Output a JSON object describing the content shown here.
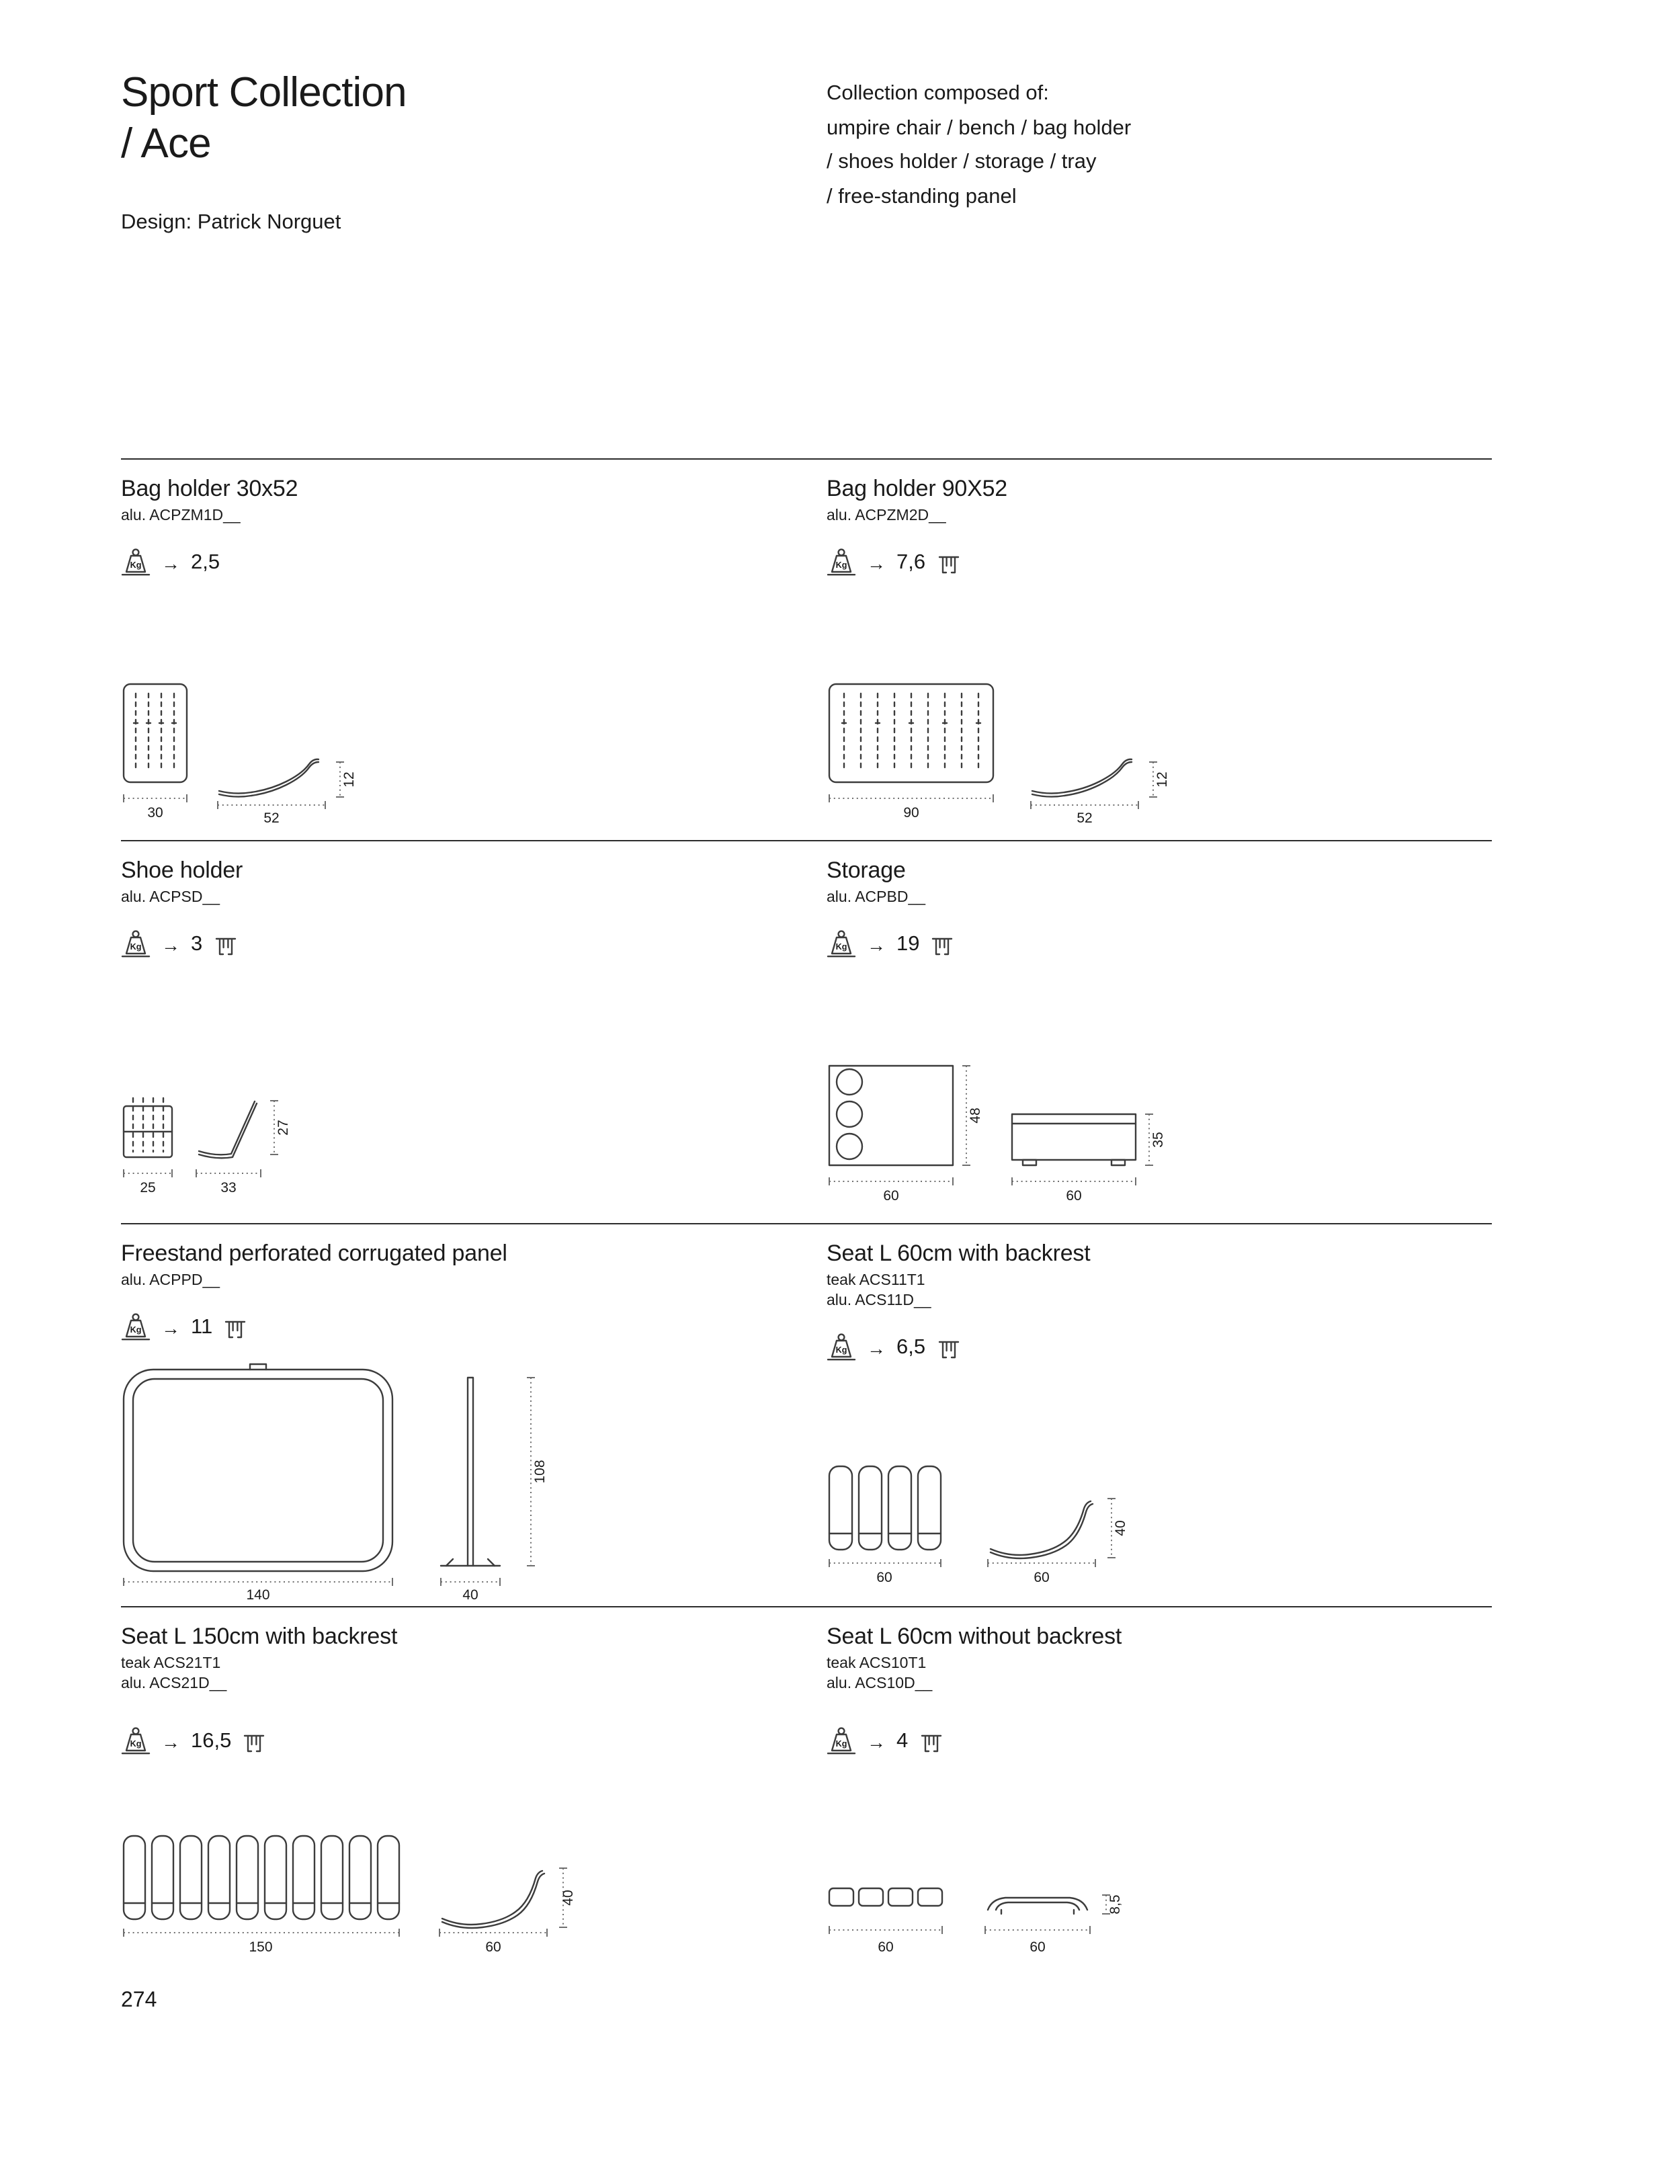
{
  "page": {
    "title_line1": "Sport Collection",
    "title_line2": "/ Ace",
    "designer": "Design: Patrick Norguet",
    "composition_lines": {
      "l1": "Collection composed of:",
      "l2": "umpire chair / bench / bag holder",
      "l3": "/ shoes holder / storage / tray",
      "l4": "/ free-standing panel"
    },
    "page_number": "274",
    "weight_unit_label": "Kg",
    "arrow": "→"
  },
  "products": [
    {
      "name": "Bag holder 30x52",
      "codes": [
        "alu. ACPZM1D__"
      ],
      "weight": "2,5",
      "dims": {
        "front_w": "30",
        "side_w": "52",
        "side_h": "12"
      }
    },
    {
      "name": "Bag holder 90X52",
      "codes": [
        "alu. ACPZM2D__"
      ],
      "weight": "7,6",
      "dims": {
        "front_w": "90",
        "side_w": "52",
        "side_h": "12"
      }
    },
    {
      "name": "Shoe holder",
      "codes": [
        "alu. ACPSD__"
      ],
      "weight": "3",
      "dims": {
        "front_w": "25",
        "side_w": "33",
        "side_h": "27"
      }
    },
    {
      "name": "Storage",
      "codes": [
        "alu. ACPBD__"
      ],
      "weight": "19",
      "dims": {
        "front_w": "60",
        "front_h": "48",
        "side_w": "60",
        "side_h": "35"
      }
    },
    {
      "name": "Freestand perforated corrugated panel",
      "codes": [
        "alu. ACPPD__"
      ],
      "weight": "11",
      "dims": {
        "front_w": "140",
        "side_w": "40",
        "side_h": "108"
      }
    },
    {
      "name": "Seat L 60cm with backrest",
      "codes": [
        "teak ACS11T1",
        "alu. ACS11D__"
      ],
      "weight": "6,5",
      "dims": {
        "front_w": "60",
        "side_w": "60",
        "side_h": "40"
      }
    },
    {
      "name": "Seat L 150cm with backrest",
      "codes": [
        "teak ACS21T1",
        "alu. ACS21D__"
      ],
      "weight": "16,5",
      "dims": {
        "front_w": "150",
        "side_w": "60",
        "side_h": "40"
      }
    },
    {
      "name": "Seat L 60cm without backrest",
      "codes": [
        "teak ACS10T1",
        "alu. ACS10D__"
      ],
      "weight": "4",
      "dims": {
        "front_w": "60",
        "side_w": "60",
        "side_h": "8,5"
      }
    }
  ]
}
